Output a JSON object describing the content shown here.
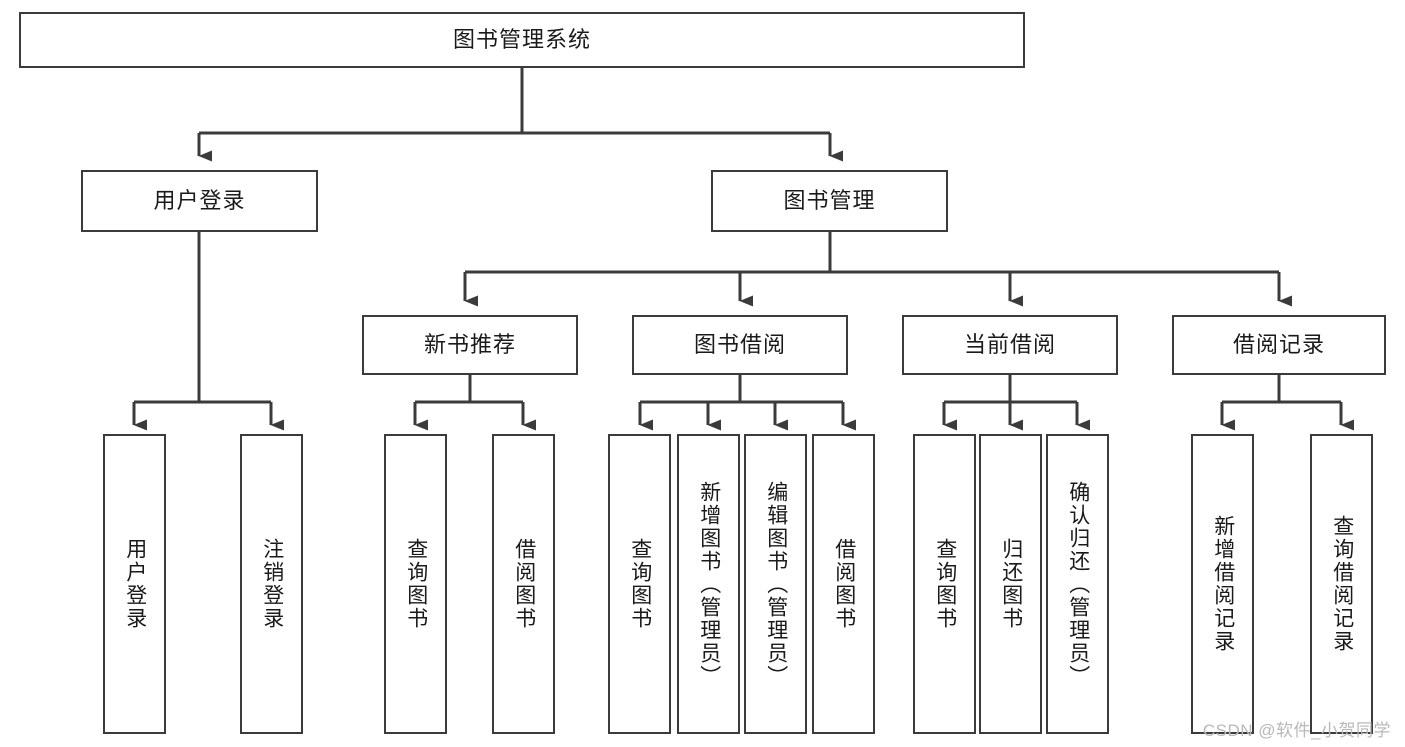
{
  "diagram": {
    "title": "图书管理系统",
    "type": "tree-hierarchy",
    "root": {
      "label": "图书管理系统"
    },
    "level2": [
      {
        "label": "用户登录"
      },
      {
        "label": "图书管理"
      }
    ],
    "level3": [
      {
        "label": "新书推荐"
      },
      {
        "label": "图书借阅"
      },
      {
        "label": "当前借阅"
      },
      {
        "label": "借阅记录"
      }
    ],
    "leaves": {
      "user_login": [
        {
          "label": "用户登录"
        },
        {
          "label": "注销登录"
        }
      ],
      "new_book_recommend": [
        {
          "label": "查询图书"
        },
        {
          "label": "借阅图书"
        }
      ],
      "book_borrow": [
        {
          "label": "查询图书"
        },
        {
          "label": "新增图书（管理员）"
        },
        {
          "label": "编辑图书（管理员）"
        },
        {
          "label": "借阅图书"
        }
      ],
      "current_borrow": [
        {
          "label": "查询图书"
        },
        {
          "label": "归还图书"
        },
        {
          "label": "确认归还（管理员）"
        }
      ],
      "borrow_record": [
        {
          "label": "新增借阅记录"
        },
        {
          "label": "查询借阅记录"
        }
      ]
    }
  },
  "watermark": {
    "text": "CSDN @软件_小贺同学"
  },
  "colors": {
    "stroke": "#3b3b3b",
    "fill": "#ffffff",
    "text": "#1a1a1a",
    "watermark": "#b9b9b9"
  }
}
